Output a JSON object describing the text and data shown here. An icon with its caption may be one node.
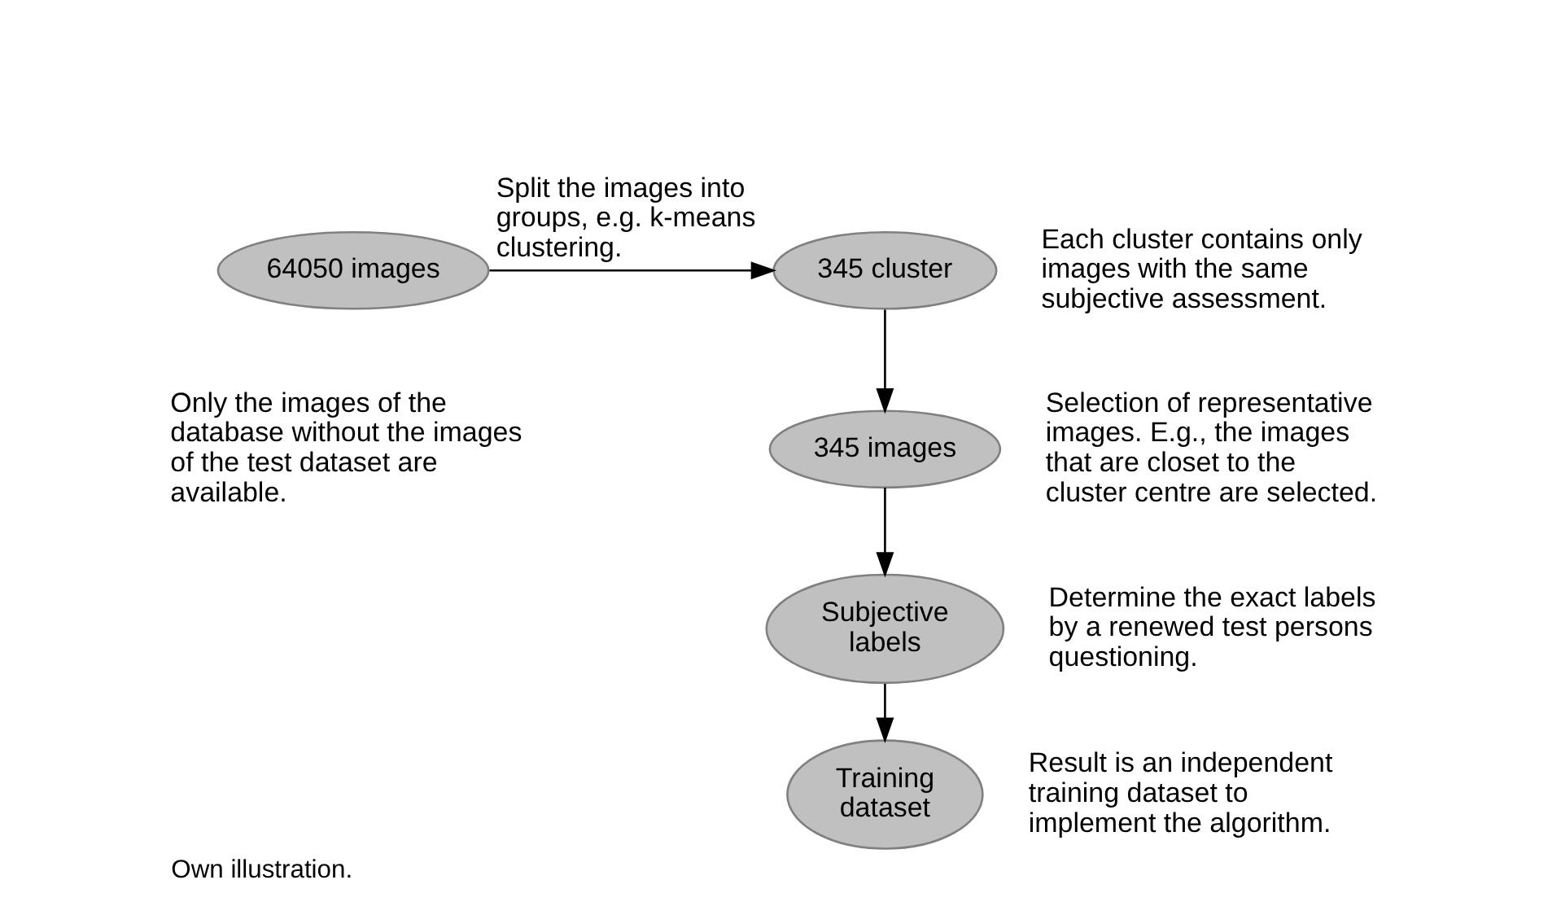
{
  "diagram": {
    "caption": "Own illustration.",
    "nodes": [
      {
        "text": [
          "64050 images"
        ],
        "beside": [
          "Only the images of the database without the images of the test dataset are available."
        ]
      },
      {
        "text": [
          "345 cluster"
        ],
        "beside": [
          "Each cluster contains only images with the same subjective assessment."
        ]
      },
      {
        "text": [
          "345 images"
        ],
        "beside": [
          "Selection of representative images. E.g., the images that are closet to the cluster centre are selected."
        ]
      },
      {
        "text": [
          "Subjective labels"
        ],
        "beside": [
          "Determine the exact labels by a renewed test persons questioning."
        ]
      },
      {
        "text": [
          "Training dataset"
        ],
        "beside": [
          "Result is an independent training dataset to implement the algorithm."
        ]
      }
    ],
    "edges": [
      {
        "from": 0,
        "to": 1,
        "arrow": "to",
        "label": "Split the images into groups, e.g. k-means clustering."
      },
      {
        "from": 1,
        "to": 2,
        "arrow": "to"
      },
      {
        "from": 2,
        "to": 3,
        "arrow": "to"
      },
      {
        "from": 3,
        "to": 4,
        "arrow": "to"
      }
    ]
  }
}
